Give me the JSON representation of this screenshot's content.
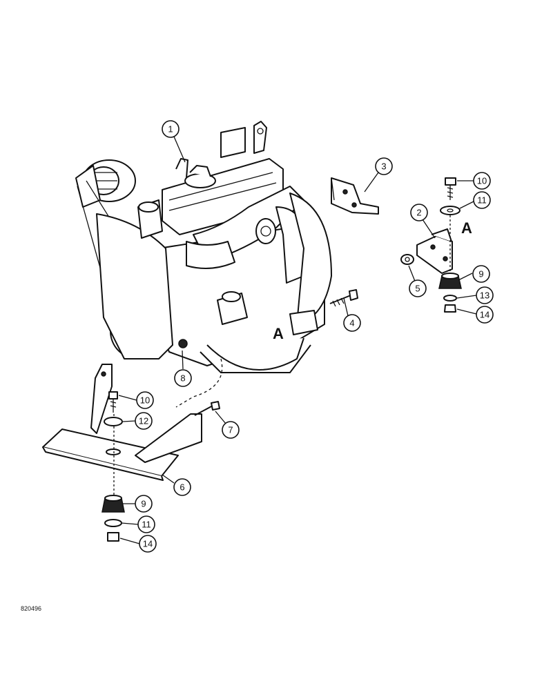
{
  "callouts": [
    {
      "id": "c1",
      "label": "1"
    },
    {
      "id": "c2",
      "label": "2"
    },
    {
      "id": "c3",
      "label": "3"
    },
    {
      "id": "c4",
      "label": "4"
    },
    {
      "id": "c5",
      "label": "5"
    },
    {
      "id": "c6",
      "label": "6"
    },
    {
      "id": "c7",
      "label": "7"
    },
    {
      "id": "c8",
      "label": "8"
    },
    {
      "id": "c9a",
      "label": "9"
    },
    {
      "id": "c9b",
      "label": "9"
    },
    {
      "id": "c10a",
      "label": "10"
    },
    {
      "id": "c10b",
      "label": "10"
    },
    {
      "id": "c11a",
      "label": "11"
    },
    {
      "id": "c11b",
      "label": "11"
    },
    {
      "id": "c12",
      "label": "12"
    },
    {
      "id": "c13",
      "label": "13"
    },
    {
      "id": "c14a",
      "label": "14"
    },
    {
      "id": "c14b",
      "label": "14"
    }
  ],
  "view_markers": {
    "right": "A",
    "engine": "A"
  },
  "figure_id": "820496"
}
